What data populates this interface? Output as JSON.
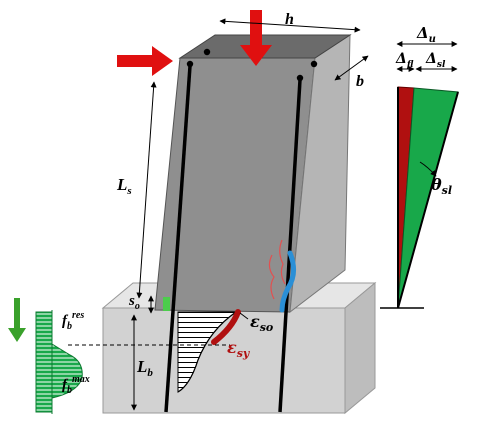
{
  "labels": {
    "h": "h",
    "b": "b",
    "Ls": {
      "main": "L",
      "sub": "s"
    },
    "Lb": {
      "main": "L",
      "sub": "b"
    },
    "so": {
      "main": "s",
      "sub": "o"
    },
    "fb_res": {
      "main": "f",
      "sub": "b",
      "sup": "res"
    },
    "fb_max": {
      "main": "f",
      "sub": "b",
      "sup": "max"
    },
    "eps_so": {
      "main": "ε",
      "sub": "so"
    },
    "eps_sy": {
      "main": "ε",
      "sub": "sy"
    },
    "delta_u": {
      "main": "Δ",
      "sub": "u"
    },
    "delta_fl": {
      "main": "Δ",
      "sub": "fl"
    },
    "delta_sl": {
      "main": "Δ",
      "sub": "sl"
    },
    "theta_sl": {
      "main": "θ",
      "sub": "sl"
    }
  },
  "colors": {
    "column_front": "#8f8f8f",
    "column_top": "#6b6b6b",
    "column_side": "#b5b5b5",
    "footing_front": "#d2d2d2",
    "footing_top": "#e6e6e6",
    "footing_side": "#bdbdbd",
    "load_arrow": "#e01010",
    "green": "#18a84a",
    "dark_red": "#b01010",
    "blue": "#2a8fd6"
  }
}
